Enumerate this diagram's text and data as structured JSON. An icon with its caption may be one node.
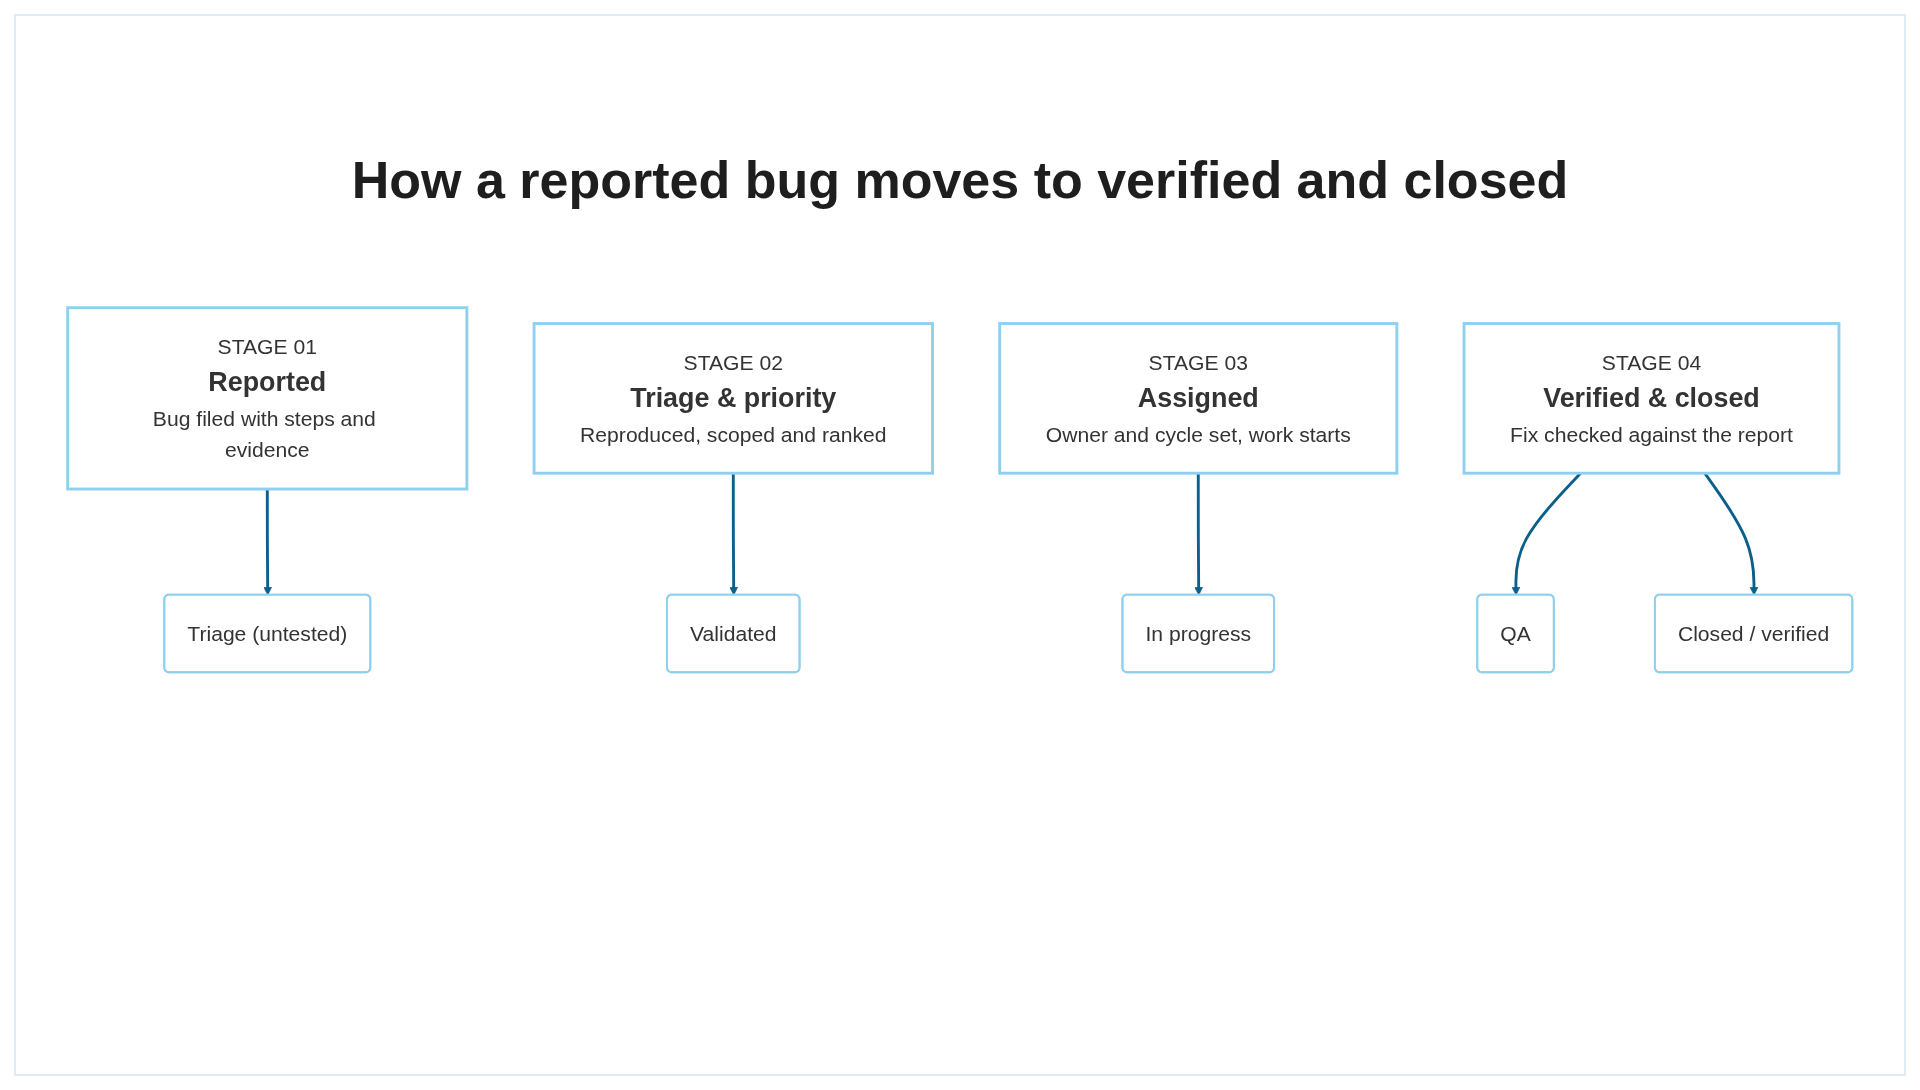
{
  "diagram": {
    "title": "How a reported bug moves to verified and closed",
    "nodes": [
      {
        "text": [
          "STAGE 01",
          "Reported",
          "Bug filed with steps and evidence"
        ]
      },
      {
        "text": [
          "STAGE 02",
          "Triage & priority",
          "Reproduced, scoped and ranked"
        ]
      },
      {
        "text": [
          "STAGE 03",
          "Assigned",
          "Owner and cycle set, work starts"
        ]
      },
      {
        "text": [
          "STAGE 04",
          "Verified & closed",
          "Fix checked against the report"
        ]
      },
      {
        "text": [
          "Triage (untested)"
        ]
      },
      {
        "text": [
          "Validated"
        ]
      },
      {
        "text": [
          "In progress"
        ]
      },
      {
        "text": [
          "QA"
        ]
      },
      {
        "text": [
          "Closed / verified"
        ]
      }
    ],
    "edges": [
      {
        "from": 0,
        "to": 4,
        "arrow": "to",
        "color": "#0b5f8a"
      },
      {
        "from": 1,
        "to": 5,
        "arrow": "to",
        "color": "#0b5f8a"
      },
      {
        "from": 2,
        "to": 6,
        "arrow": "to",
        "color": "#0b5f8a"
      },
      {
        "from": 3,
        "to": 7,
        "arrow": "to",
        "color": "#0b5f8a"
      },
      {
        "from": 3,
        "to": 8,
        "arrow": "to",
        "color": "#0b5f8a"
      }
    ]
  }
}
